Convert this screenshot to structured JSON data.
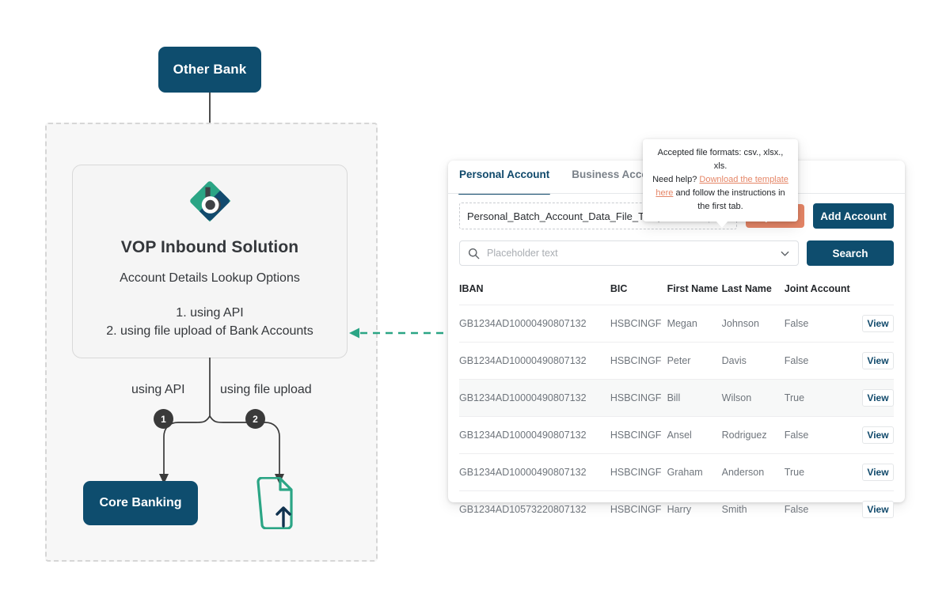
{
  "diagram": {
    "other_bank": "Other Bank",
    "vop": {
      "title": "VOP Inbound Solution",
      "subtitle": "Account Details Lookup Options",
      "option_1": "1. using API",
      "option_2": "2. using file upload of Bank Accounts",
      "logo_icon": "bank-logo-diamond-b-icon"
    },
    "branch_label_api": "using API",
    "branch_label_upload": "using file upload",
    "badge_1": "1",
    "badge_2": "2",
    "core_banking": "Core Banking",
    "file_upload_icon": "file-upload-icon",
    "arrow_icons": {
      "down_arrow": "arrow-down-icon",
      "green_dashed_arrow": "green-dashed-arrow-left-icon"
    }
  },
  "panel": {
    "tabs": [
      {
        "label": "Personal Account",
        "active": true
      },
      {
        "label": "Business Account",
        "active": false
      }
    ],
    "upload": {
      "file_name": "Personal_Batch_Account_Data_File_Template.csv",
      "clear_icon": "close-x-icon",
      "help_icon": "question-circle-icon",
      "upload_label": "Upload",
      "add_account_label": "Add Account"
    },
    "tooltip": {
      "line1": "Accepted file formats: csv., xlsx., xls.",
      "line2_prefix": "Need help? ",
      "link1": "Download the template",
      "link2": "here",
      "line2_suffix": " and follow the instructions in the first tab."
    },
    "search": {
      "placeholder": "Placeholder text",
      "value": "",
      "search_icon": "search-icon",
      "dropdown_icon": "chevron-down-icon",
      "button_label": "Search"
    },
    "table": {
      "columns": [
        "IBAN",
        "BIC",
        "First Name",
        "Last Name",
        "Joint Account",
        ""
      ],
      "action_label": "View",
      "rows": [
        {
          "iban": "GB1234AD10000490807132",
          "bic": "HSBCINGF",
          "first_name": "Megan",
          "last_name": "Johnson",
          "joint_account": "False",
          "highlighted": false
        },
        {
          "iban": "GB1234AD10000490807132",
          "bic": "HSBCINGF",
          "first_name": "Peter",
          "last_name": "Davis",
          "joint_account": "False",
          "highlighted": false
        },
        {
          "iban": "GB1234AD10000490807132",
          "bic": "HSBCINGF",
          "first_name": "Bill",
          "last_name": "Wilson",
          "joint_account": "True",
          "highlighted": true
        },
        {
          "iban": "GB1234AD10000490807132",
          "bic": "HSBCINGF",
          "first_name": "Ansel",
          "last_name": "Rodriguez",
          "joint_account": "False",
          "highlighted": false
        },
        {
          "iban": "GB1234AD10000490807132",
          "bic": "HSBCINGF",
          "first_name": "Graham",
          "last_name": "Anderson",
          "joint_account": "True",
          "highlighted": false
        },
        {
          "iban": "GB1234AD10573220807132",
          "bic": "HSBCINGF",
          "first_name": "Harry",
          "last_name": "Smith",
          "joint_account": "False",
          "highlighted": false
        }
      ]
    }
  },
  "colors": {
    "navy": "#0E4D6E",
    "coral": "#E58566",
    "teal": "#2BA585",
    "dark": "#3A3A3A",
    "panel_bg": "#FFFFFF",
    "zone_bg": "#F7F7F7"
  }
}
